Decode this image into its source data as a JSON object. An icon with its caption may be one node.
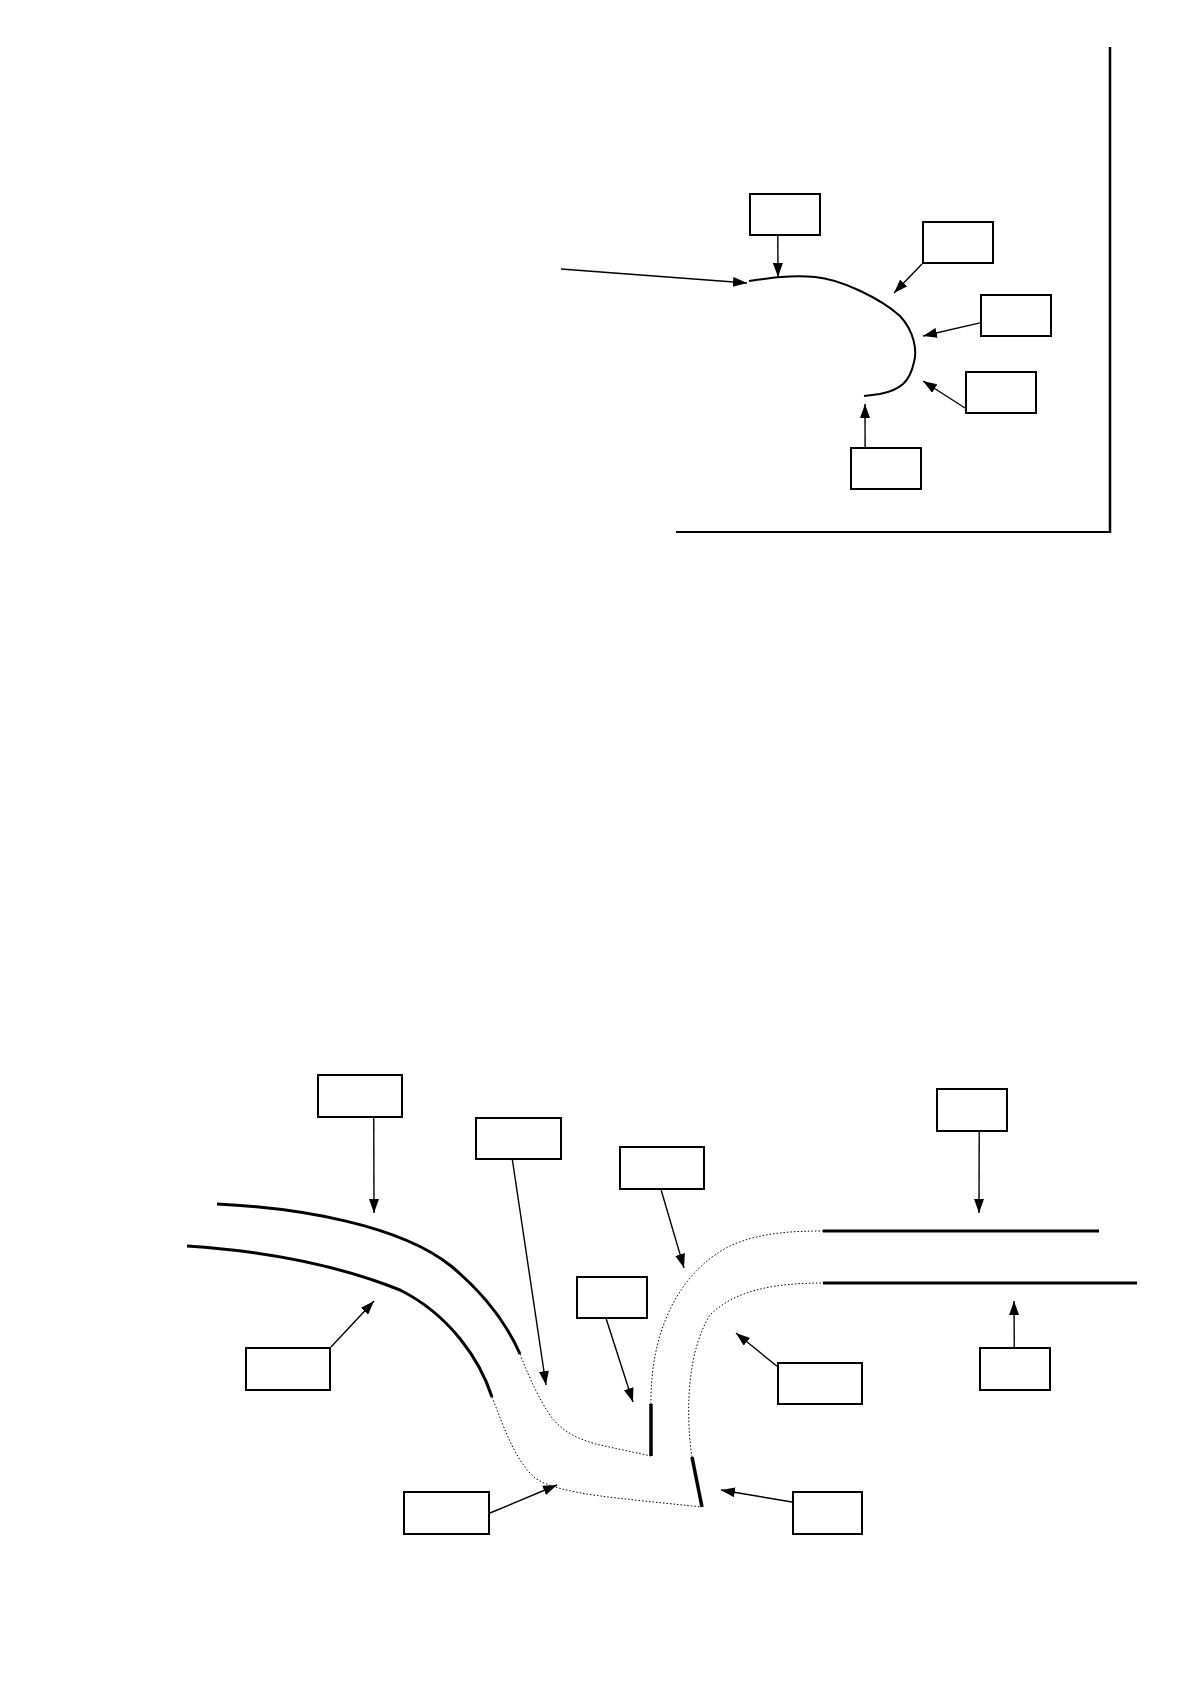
{
  "diagram": {
    "nodes": [
      {
        "text": [],
        "shape": "box"
      },
      {
        "text": [],
        "shape": "box"
      },
      {
        "text": [],
        "shape": "box"
      },
      {
        "text": [],
        "shape": "box"
      },
      {
        "text": [],
        "shape": "box"
      },
      {
        "text": [],
        "shape": "box"
      },
      {
        "text": [],
        "shape": "box"
      },
      {
        "text": [],
        "shape": "box"
      },
      {
        "text": [],
        "shape": "box"
      },
      {
        "text": [],
        "shape": "box"
      },
      {
        "text": [],
        "shape": "box"
      },
      {
        "text": [],
        "shape": "box"
      },
      {
        "text": [],
        "shape": "box"
      },
      {
        "text": [],
        "shape": "box"
      },
      {
        "text": [],
        "shape": "box"
      },
      {
        "text": [],
        "shape": "line"
      },
      {
        "text": [],
        "shape": "line"
      }
    ],
    "edges": [
      {
        "from": 0,
        "to": null,
        "arrow": "to"
      },
      {
        "from": 1,
        "to": null,
        "arrow": "to"
      },
      {
        "from": 2,
        "to": null,
        "arrow": "to"
      },
      {
        "from": 3,
        "to": null,
        "arrow": "to"
      },
      {
        "from": 4,
        "to": null,
        "arrow": "to"
      },
      {
        "from": 5,
        "to": null,
        "arrow": "to"
      },
      {
        "from": 6,
        "to": null,
        "arrow": "to"
      },
      {
        "from": 7,
        "to": null,
        "arrow": "to"
      },
      {
        "from": 8,
        "to": 15,
        "arrow": "to"
      },
      {
        "from": 9,
        "to": 15,
        "arrow": "to"
      },
      {
        "from": 10,
        "to": null,
        "arrow": "to"
      },
      {
        "from": 11,
        "to": null,
        "arrow": "to"
      },
      {
        "from": 12,
        "to": 16,
        "arrow": "to"
      },
      {
        "from": 13,
        "to": null,
        "arrow": "to"
      },
      {
        "from": 14,
        "to": 16,
        "arrow": "to"
      }
    ]
  }
}
